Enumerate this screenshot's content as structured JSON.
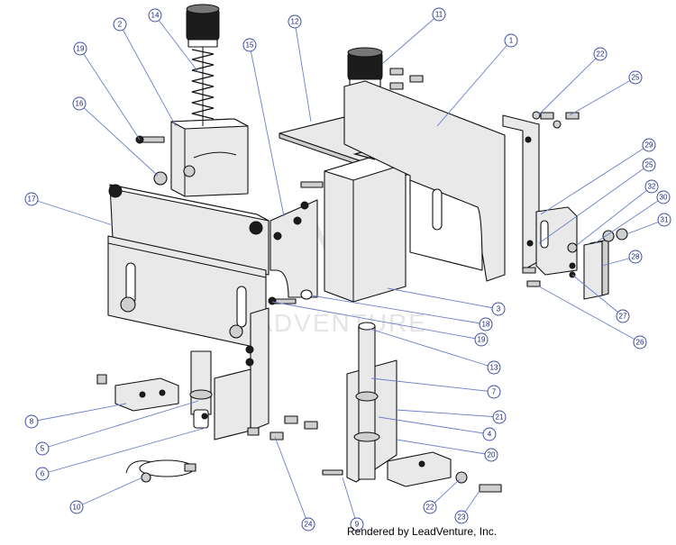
{
  "credit": "Rendered by LeadVenture, Inc.",
  "watermark": "LEADVENTURE",
  "callouts": [
    "1",
    "2",
    "3",
    "4",
    "5",
    "6",
    "7",
    "8",
    "9",
    "10",
    "11",
    "12",
    "13",
    "14",
    "15",
    "16",
    "17",
    "18",
    "19",
    "19",
    "20",
    "21",
    "22",
    "22",
    "23",
    "24",
    "25",
    "25",
    "26",
    "27",
    "28",
    "29",
    "30",
    "31",
    "32"
  ],
  "colors": {
    "leader": "#6b7fc9",
    "callout_ring": "#3d4fa0",
    "callout_text": "#1a237e"
  }
}
